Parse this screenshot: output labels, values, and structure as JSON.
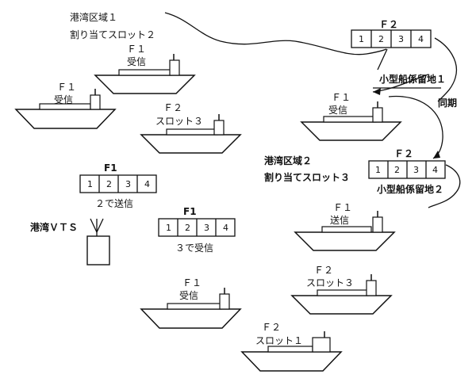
{
  "areas": {
    "area1_name": "港湾区域１",
    "area1_slot": "割り当てスロット２",
    "area2_name": "港湾区域２",
    "area2_slot": "割り当てスロット３"
  },
  "stations": {
    "vts_label": "港湾ＶＴＳ",
    "small_port_1": "小型船係留地１",
    "small_port_2": "小型船係留地２",
    "sync_label": "同期"
  },
  "frames": [
    {
      "label": "Ｆ２",
      "slots": [
        "1",
        "2",
        "3",
        "4"
      ]
    },
    {
      "label": "Ｆ２",
      "slots": [
        "1",
        "2",
        "3",
        "4"
      ]
    },
    {
      "label": "F1",
      "slots": [
        "1",
        "2",
        "3",
        "4"
      ],
      "caption": "２で送信"
    },
    {
      "label": "F1",
      "slots": [
        "1",
        "2",
        "3",
        "4"
      ],
      "caption": "３で受信"
    }
  ],
  "ships": [
    {
      "line1": "Ｆ１",
      "line2": "受信"
    },
    {
      "line1": "Ｆ１",
      "line2": "受信"
    },
    {
      "line1": "Ｆ２",
      "line2": "スロット３"
    },
    {
      "line1": "Ｆ１",
      "line2": "受信"
    },
    {
      "line1": "Ｆ１",
      "line2": "送信"
    },
    {
      "line1": "Ｆ２",
      "line2": "スロット３"
    },
    {
      "line1": "Ｆ１",
      "line2": "受信"
    },
    {
      "line1": "Ｆ２",
      "line2": "スロット１"
    }
  ]
}
